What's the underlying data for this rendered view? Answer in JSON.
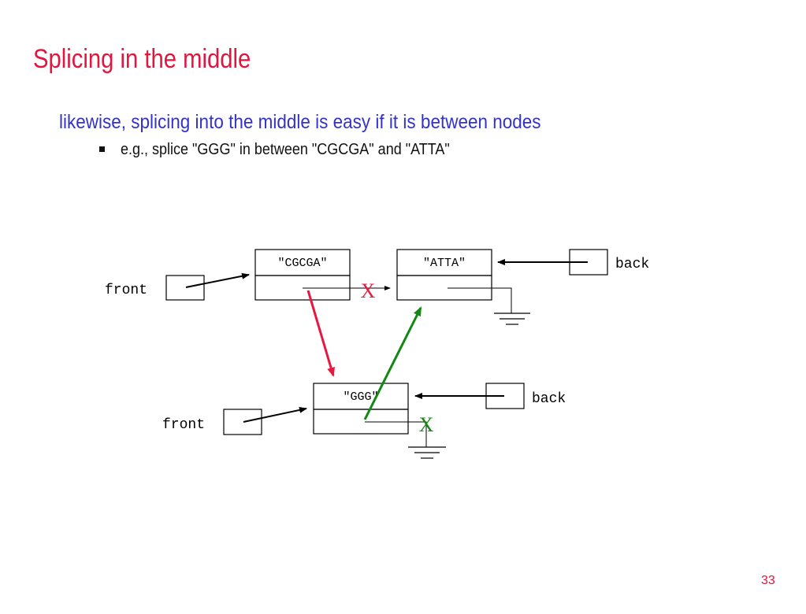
{
  "slide": {
    "title": "Splicing in the middle",
    "bullet_level1": "likewise, splicing into the middle is easy if it is between nodes",
    "bullet_level2": "e.g., splice \"GGG\" in between \"CGCGA\" and \"ATTA\"",
    "page_number": "33"
  },
  "diagram": {
    "top_list": {
      "front_label": "front",
      "back_label": "back",
      "node1_value": "\"CGCGA\"",
      "node2_value": "\"ATTA\"",
      "cut_mark": "X"
    },
    "bottom_list": {
      "front_label": "front",
      "back_label": "back",
      "node_value": "\"GGG\"",
      "cut_mark": "X"
    },
    "colors": {
      "title": "#e0163f",
      "bullet": "#3333cc",
      "red_arrow": "#e8173f",
      "green_arrow": "#128a12",
      "box_stroke": "#000000"
    }
  }
}
